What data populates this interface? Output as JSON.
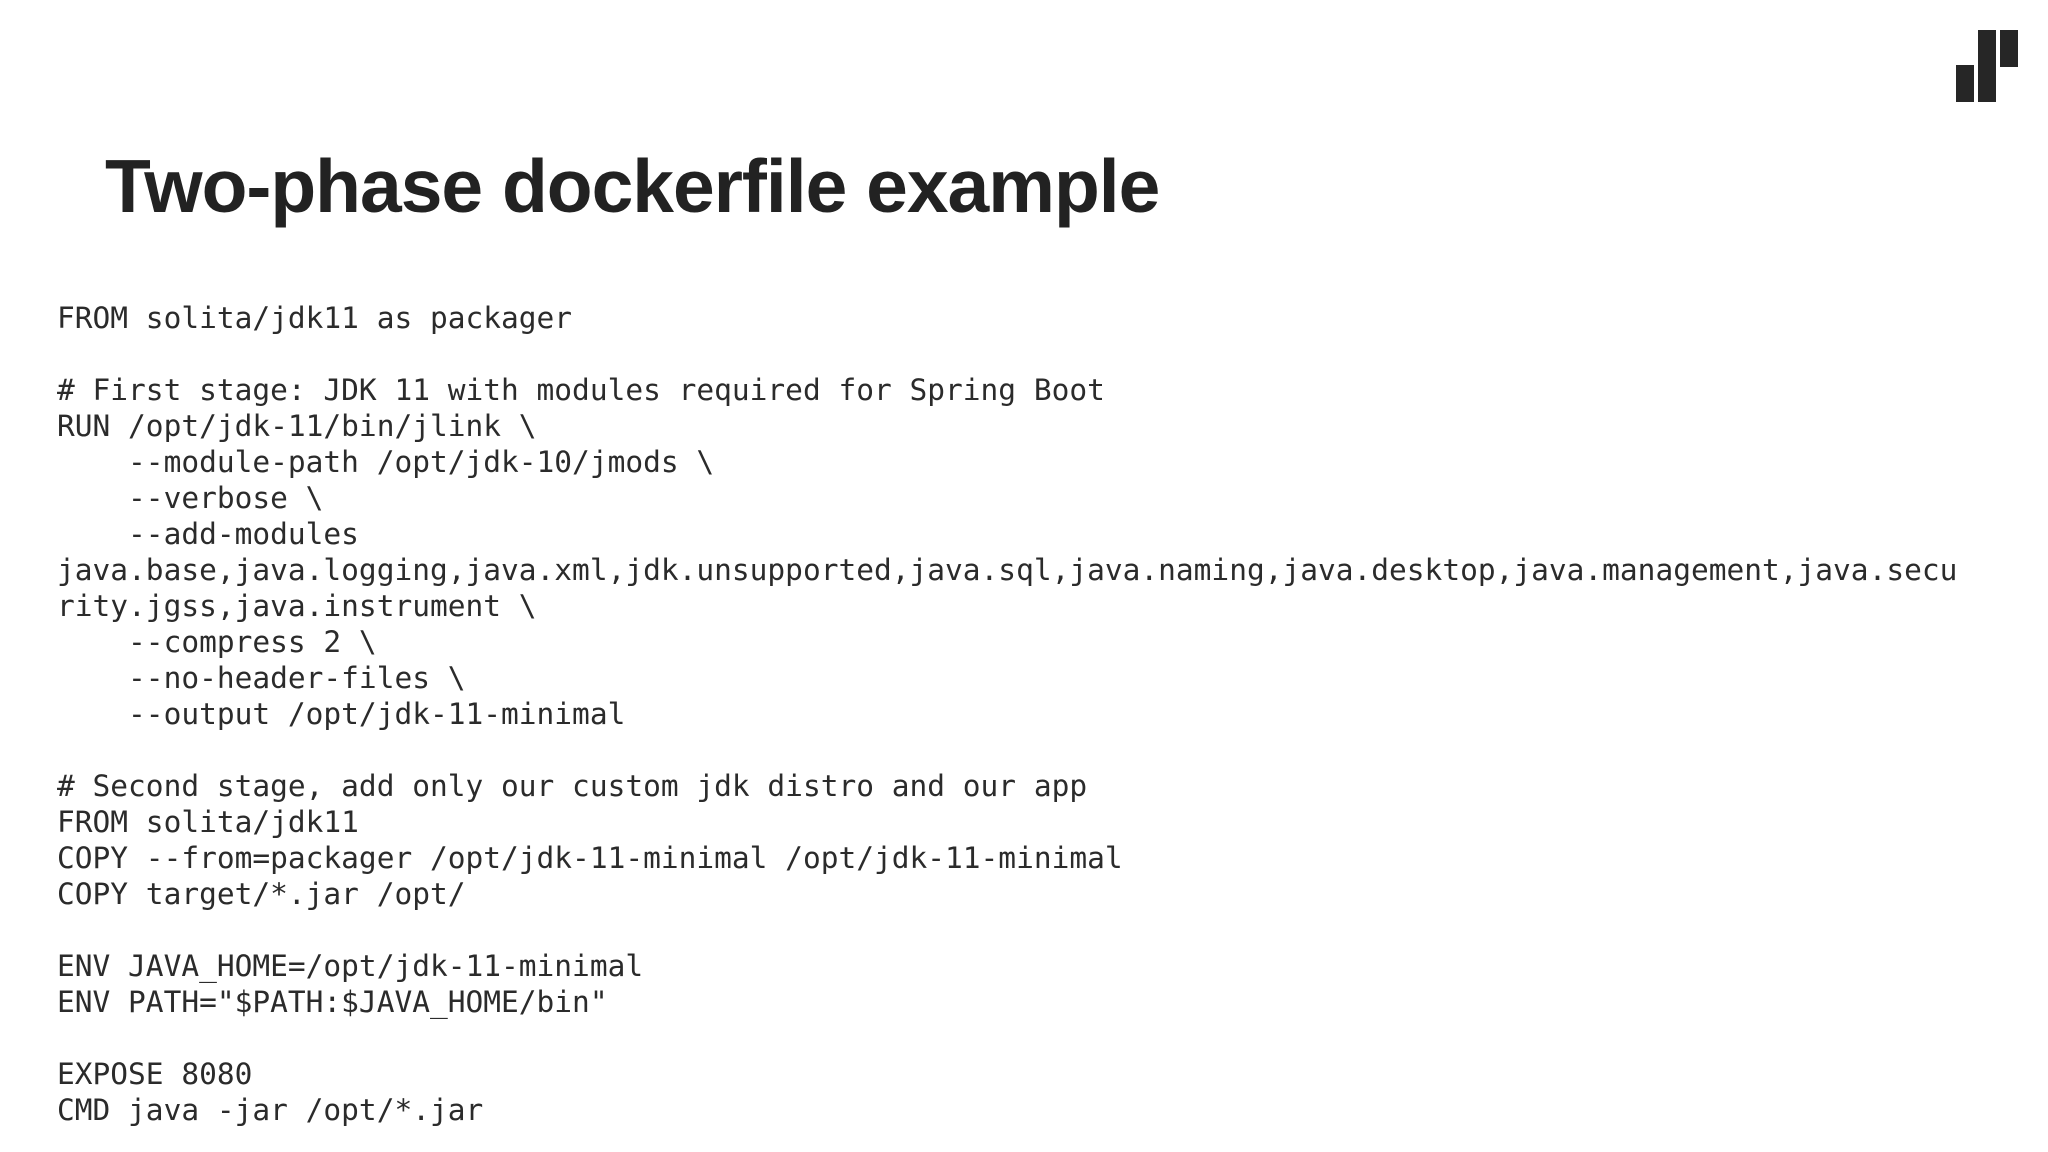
{
  "theme": {
    "background": "#ffffff",
    "title_ink": "#222222",
    "code_ink": "#2b2b2b",
    "logo_color": "#262626"
  },
  "slide": {
    "title": "Two-phase dockerfile example"
  },
  "code": {
    "lines": [
      "FROM solita/jdk11 as packager",
      "",
      "# First stage: JDK 11 with modules required for Spring Boot",
      "RUN /opt/jdk-11/bin/jlink \\",
      "    --module-path /opt/jdk-10/jmods \\",
      "    --verbose \\",
      "    --add-modules",
      "java.base,java.logging,java.xml,jdk.unsupported,java.sql,java.naming,java.desktop,java.management,java.secu",
      "rity.jgss,java.instrument \\",
      "    --compress 2 \\",
      "    --no-header-files \\",
      "    --output /opt/jdk-11-minimal",
      "",
      "# Second stage, add only our custom jdk distro and our app",
      "FROM solita/jdk11",
      "COPY --from=packager /opt/jdk-11-minimal /opt/jdk-11-minimal",
      "COPY target/*.jar /opt/",
      "",
      "ENV JAVA_HOME=/opt/jdk-11-minimal",
      "ENV PATH=\"$PATH:$JAVA_HOME/bin\"",
      "",
      "EXPOSE 8080",
      "CMD java -jar /opt/*.jar"
    ]
  }
}
